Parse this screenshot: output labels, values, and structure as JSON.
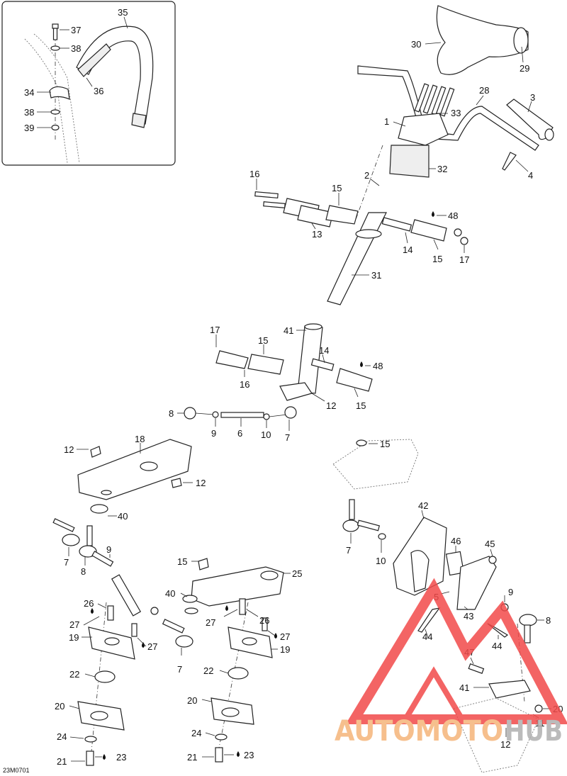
{
  "diagram_ref": "23M0701",
  "watermark": {
    "word_left": "AUTOMOTO",
    "word_right": "HUB",
    "color_left": "#f5b57a",
    "color_right": "#b0b0b0",
    "logo_color": "#f24a4a"
  },
  "inset_callouts": [
    "35",
    "37",
    "38",
    "34",
    "38",
    "39",
    "36"
  ],
  "callouts": [
    "30",
    "29",
    "28",
    "3",
    "1",
    "33",
    "32",
    "4",
    "2",
    "16",
    "15",
    "48",
    "13",
    "14",
    "15",
    "17",
    "31",
    "41",
    "17",
    "15",
    "14",
    "48",
    "16",
    "12",
    "15",
    "8",
    "9",
    "6",
    "10",
    "7",
    "12",
    "18",
    "12",
    "40",
    "15",
    "42",
    "7",
    "9",
    "8",
    "10",
    "7",
    "46",
    "45",
    "15",
    "40",
    "25",
    "5",
    "9",
    "8",
    "26",
    "27",
    "19",
    "27",
    "27",
    "26",
    "27",
    "19",
    "44",
    "43",
    "44",
    "7",
    "47",
    "22",
    "22",
    "20",
    "20",
    "41",
    "20",
    "11",
    "24",
    "24",
    "12",
    "21",
    "23",
    "21",
    "23"
  ],
  "drop_icons_near": [
    "48",
    "48",
    "27",
    "27",
    "27",
    "27",
    "23",
    "23"
  ]
}
